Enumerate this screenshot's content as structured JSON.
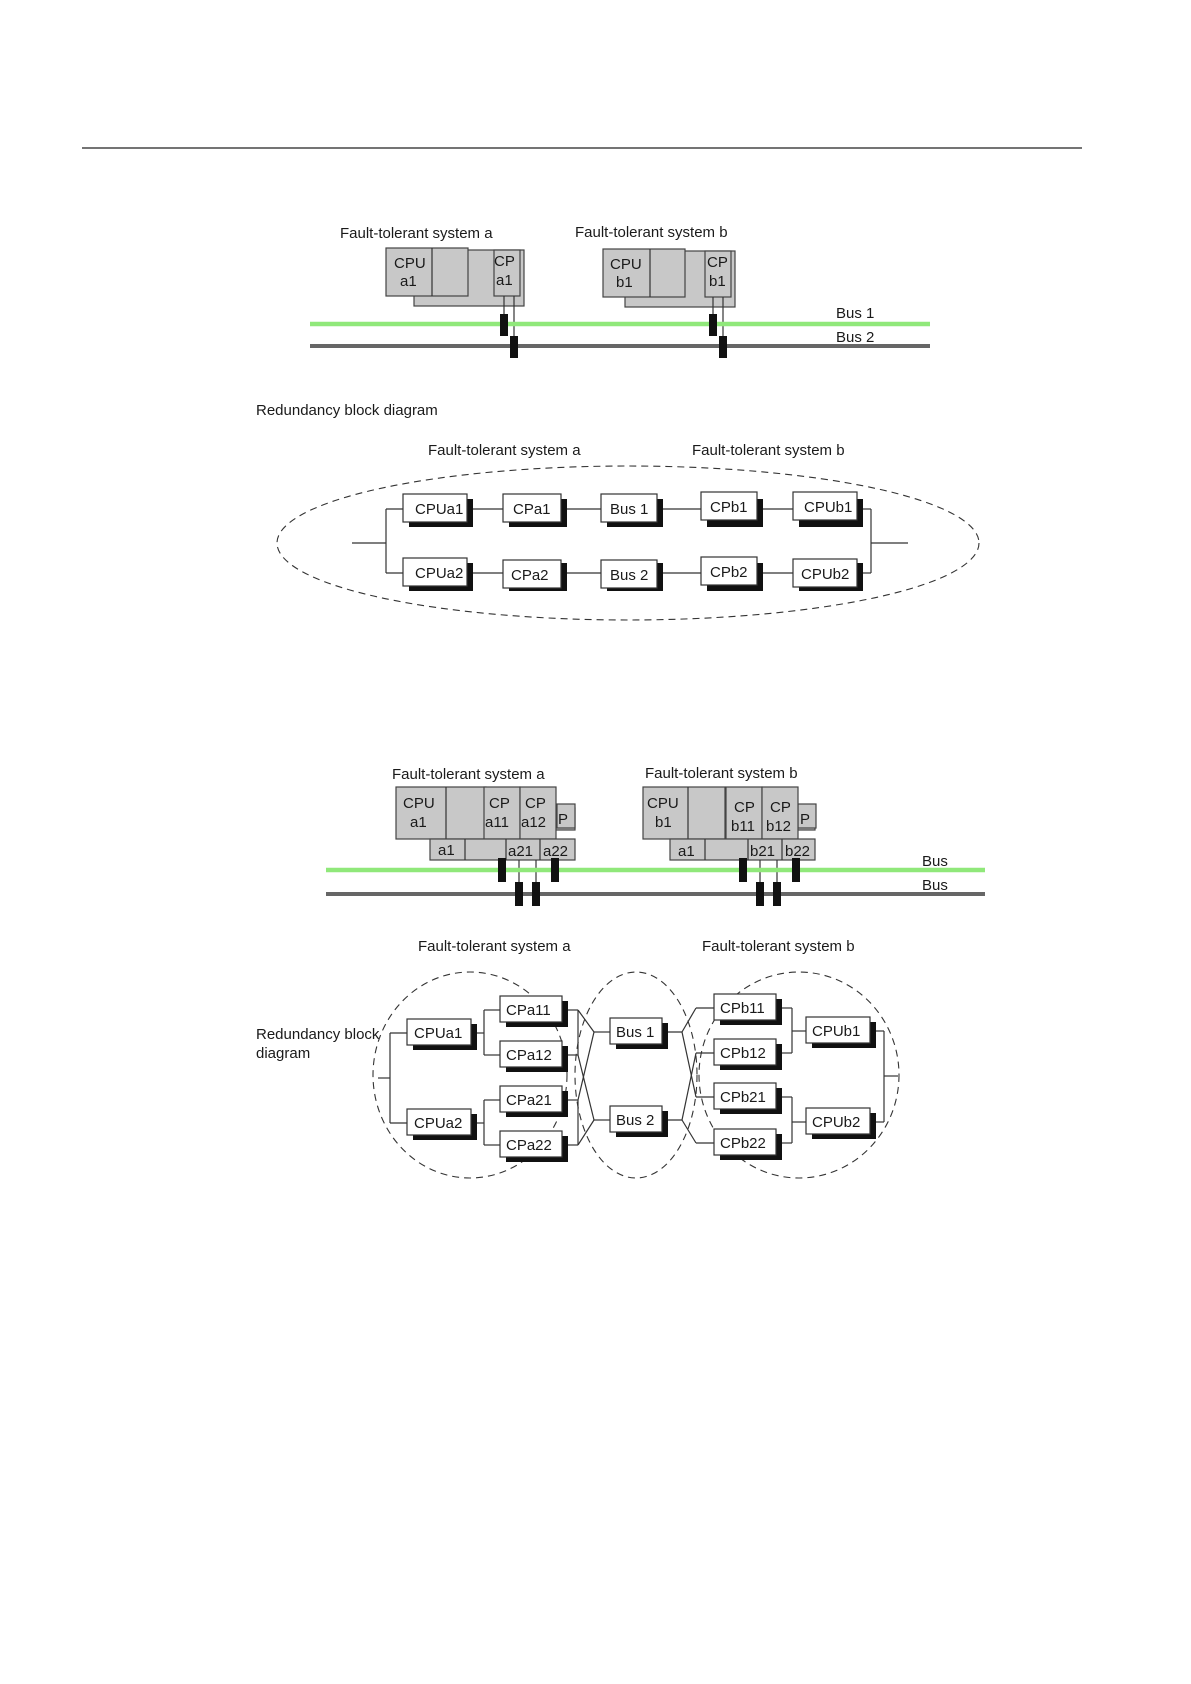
{
  "top": {
    "system_a_label": "Fault-tolerant system a",
    "system_b_label": "Fault-tolerant system b",
    "cpu_a": [
      "CPU",
      "a1"
    ],
    "cp_a": [
      "CP",
      "a1"
    ],
    "cpu_b": [
      "CPU",
      "b1"
    ],
    "cp_b": [
      "CP",
      "b1"
    ],
    "bus1_label": "Bus 1",
    "bus2_label": "Bus 2",
    "bus1_color": "#90e87a",
    "bus2_color": "#666666",
    "redundancy_title": "Redundancy block diagram",
    "rbd_system_a_label": "Fault-tolerant system a",
    "rbd_system_b_label": "Fault-tolerant system b",
    "blocks": {
      "cpua1": "CPUa1",
      "cpa1": "CPa1",
      "bus1": "Bus 1",
      "cpb1": "CPb1",
      "cpub1": "CPUb1",
      "cpua2": "CPUa2",
      "cpa2": "CPa2",
      "bus2": "Bus 2",
      "cpb2": "CPb2",
      "cpub2": "CPUb2"
    }
  },
  "bottom": {
    "system_a_label": "Fault-tolerant system a",
    "system_b_label": "Fault-tolerant system b",
    "cpu_a": [
      "CPU",
      "a1"
    ],
    "cp_a11": [
      "CP",
      "a11"
    ],
    "cp_a12": [
      "CP",
      "a12"
    ],
    "cp_a_back": "P",
    "rack_a": [
      "a1",
      "a21",
      "a22"
    ],
    "cpu_b": [
      "CPU",
      "b1"
    ],
    "cp_b11": [
      "CP",
      "b11"
    ],
    "cp_b12": [
      "CP",
      "b12"
    ],
    "cp_b_back": "P",
    "rack_b": [
      "a1",
      "b21",
      "b22"
    ],
    "bus1_label": "Bus",
    "bus2_label": "Bus",
    "redundancy_title": [
      "Redundancy block",
      "diagram"
    ],
    "rbd_system_a_label": "Fault-tolerant system a",
    "rbd_system_b_label": "Fault-tolerant system b",
    "blocks": {
      "cpua1": "CPUa1",
      "cpua2": "CPUa2",
      "cpa11": "CPa11",
      "cpa12": "CPa12",
      "cpa21": "CPa21",
      "cpa22": "CPa22",
      "bus1": "Bus 1",
      "bus2": "Bus 2",
      "cpb11": "CPb11",
      "cpb12": "CPb12",
      "cpb21": "CPb21",
      "cpb22": "CPb22",
      "cpub1": "CPUb1",
      "cpub2": "CPUb2"
    }
  }
}
